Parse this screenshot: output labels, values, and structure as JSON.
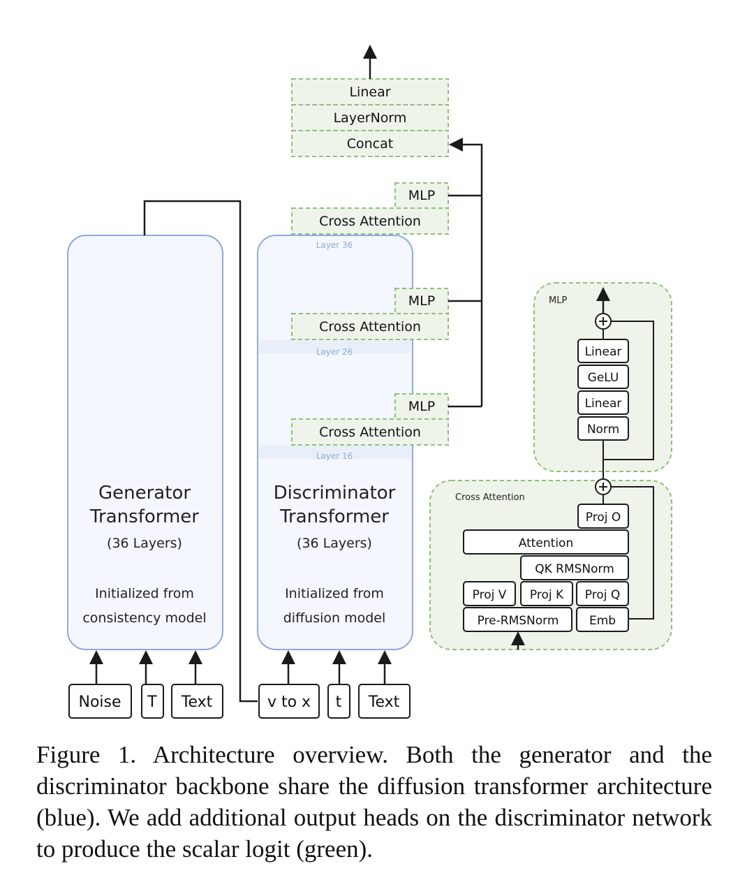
{
  "head": {
    "linear": "Linear",
    "layernorm": "LayerNorm",
    "concat": "Concat"
  },
  "discriminator_heads": [
    {
      "mlp": "MLP",
      "cross_attention": "Cross Attention",
      "layer": "Layer 36"
    },
    {
      "mlp": "MLP",
      "cross_attention": "Cross Attention",
      "layer": "Layer 26"
    },
    {
      "mlp": "MLP",
      "cross_attention": "Cross Attention",
      "layer": "Layer 16"
    }
  ],
  "generator": {
    "title_line1": "Generator",
    "title_line2": "Transformer",
    "layers": "(36 Layers)",
    "init_line1": "Initialized from",
    "init_line2": "consistency model"
  },
  "discriminator": {
    "title_line1": "Discriminator",
    "title_line2": "Transformer",
    "layers": "(36 Layers)",
    "init_line1": "Initialized from",
    "init_line2": "diffusion model"
  },
  "generator_inputs": [
    "Noise",
    "T",
    "Text"
  ],
  "discriminator_inputs": [
    "v to x",
    "t",
    "Text"
  ],
  "mlp_detail": {
    "title": "MLP",
    "blocks": [
      "Linear",
      "GeLU",
      "Linear",
      "Norm"
    ]
  },
  "cross_attention_detail": {
    "title": "Cross Attention",
    "proj_o": "Proj O",
    "attention": "Attention",
    "qk_rmsnorm": "QK RMSNorm",
    "proj_v": "Proj V",
    "proj_k": "Proj K",
    "proj_q": "Proj Q",
    "pre_rmsnorm": "Pre-RMSNorm",
    "emb": "Emb"
  },
  "caption": "Figure 1. Architecture overview. Both the generator and the discriminator backbone share the diffusion transformer architecture (blue). We add additional output heads on the discriminator network to produce the scalar logit (green).",
  "colors": {
    "blue_border": "#8eaad9",
    "blue_fill": "#f4f7fd",
    "green_border": "#8fc07a",
    "green_fill": "#eef4ea",
    "line": "#1a1a1a"
  }
}
